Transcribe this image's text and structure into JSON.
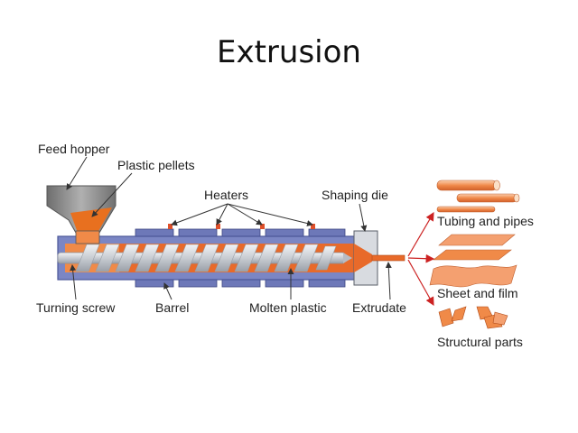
{
  "slide": {
    "title": "Extrusion"
  },
  "labels": {
    "feed_hopper": "Feed hopper",
    "plastic_pellets": "Plastic pellets",
    "heaters": "Heaters",
    "shaping_die": "Shaping die",
    "turning_screw": "Turning screw",
    "barrel": "Barrel",
    "molten_plastic": "Molten plastic",
    "extrudate": "Extrudate",
    "tubing_and_pipes": "Tubing and pipes",
    "sheet_and_film": "Sheet and film",
    "structural_parts": "Structural parts"
  },
  "colors": {
    "barrel": "#7b86c4",
    "barrel_edge": "#4a5698",
    "plastic": "#e86a2a",
    "plastic_light": "#f4a070",
    "steel": "#d2d6dc",
    "hopper": "#8c8c8c",
    "heater": "#6d78b8",
    "arrow": "#cc2222",
    "leader": "#333333"
  }
}
